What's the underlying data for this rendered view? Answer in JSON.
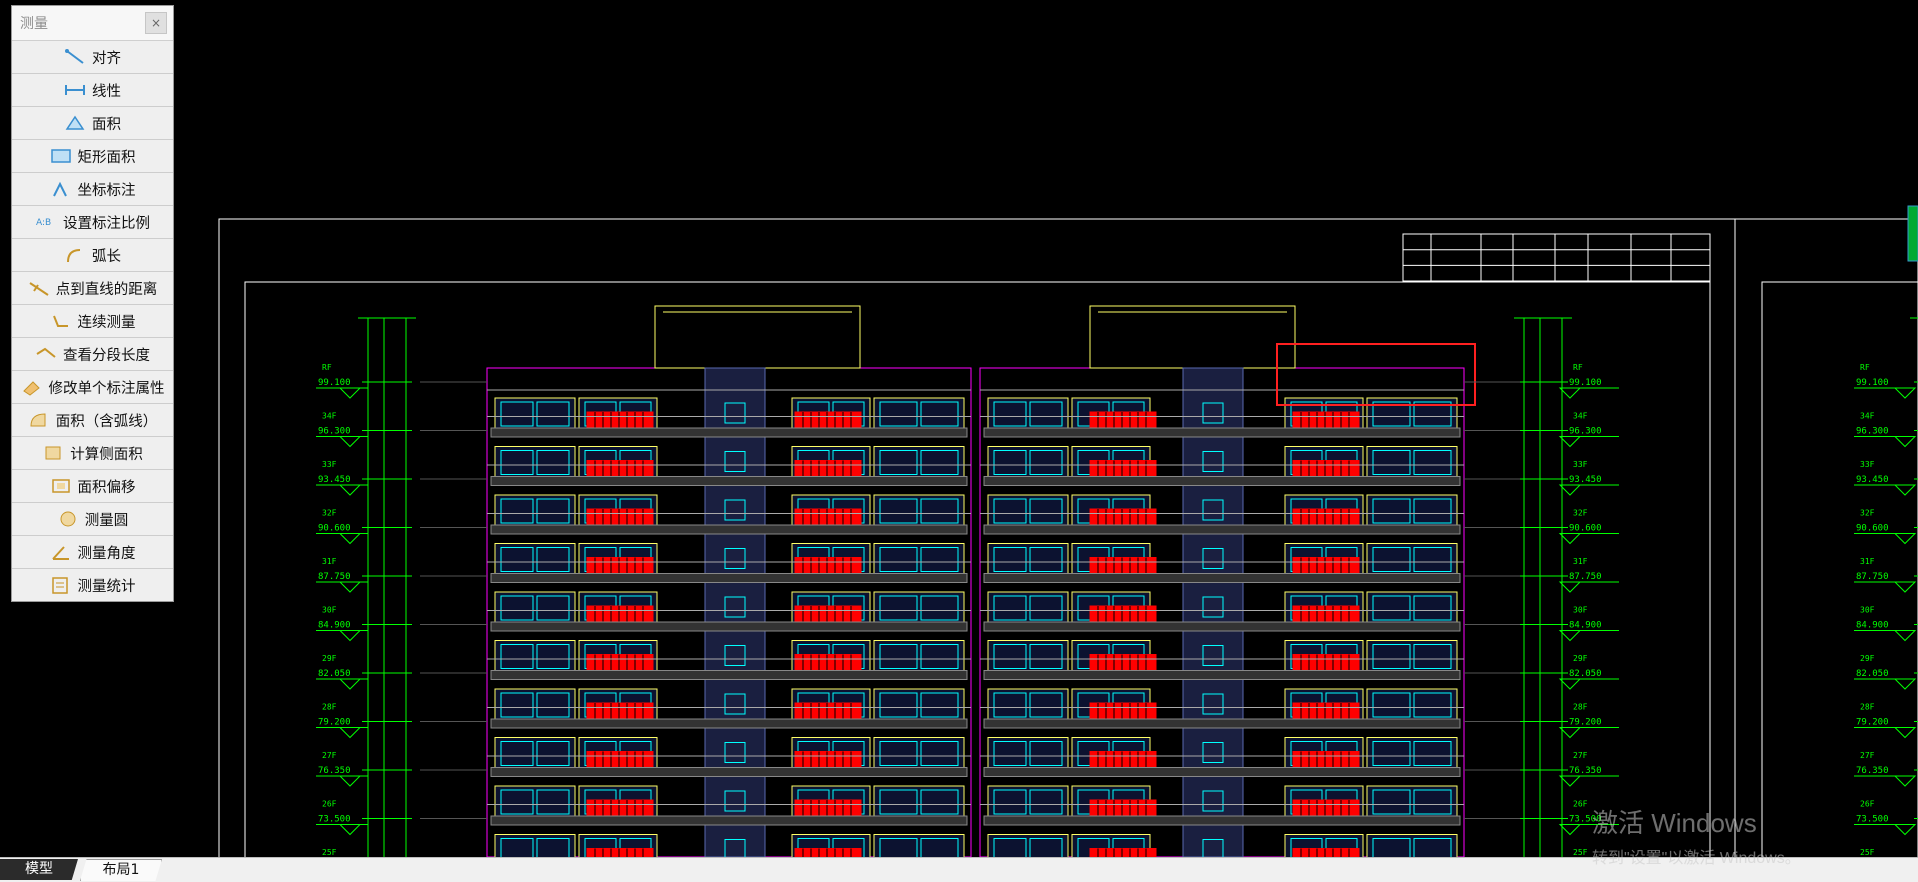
{
  "panel": {
    "title": "测量",
    "close": "×",
    "items": [
      {
        "label": "对齐",
        "icon": "aligned-dimension-icon"
      },
      {
        "label": "线性",
        "icon": "linear-dimension-icon"
      },
      {
        "label": "面积",
        "icon": "area-icon"
      },
      {
        "label": "矩形面积",
        "icon": "rect-area-icon"
      },
      {
        "label": "坐标标注",
        "icon": "coordinate-icon"
      },
      {
        "label": "设置标注比例",
        "icon": "scale-icon"
      },
      {
        "label": "弧长",
        "icon": "arc-length-icon"
      },
      {
        "label": "点到直线的距离",
        "icon": "point-line-distance-icon"
      },
      {
        "label": "连续测量",
        "icon": "continuous-measure-icon"
      },
      {
        "label": "查看分段长度",
        "icon": "segment-length-icon"
      },
      {
        "label": "修改单个标注属性",
        "icon": "edit-dimension-icon"
      },
      {
        "label": "面积（含弧线）",
        "icon": "arc-area-icon"
      },
      {
        "label": "计算侧面积",
        "icon": "side-area-icon"
      },
      {
        "label": "面积偏移",
        "icon": "area-offset-icon"
      },
      {
        "label": "测量圆",
        "icon": "circle-measure-icon"
      },
      {
        "label": "测量角度",
        "icon": "angle-icon"
      },
      {
        "label": "测量统计",
        "icon": "statistics-icon"
      }
    ]
  },
  "tabs": {
    "model": "模型",
    "layout": "布局1"
  },
  "watermark": {
    "line1": "激活 Windows",
    "line2": "转到\"设置\"以激活 Windows。"
  },
  "drawing": {
    "floors": [
      "RF",
      "34F",
      "33F",
      "32F",
      "31F",
      "30F",
      "29F",
      "28F",
      "27F",
      "26F",
      "25F"
    ],
    "elevations": [
      "99.100",
      "96.300",
      "93.450",
      "90.600",
      "87.750",
      "84.900",
      "82.050",
      "79.200",
      "76.350",
      "73.500",
      ""
    ],
    "colors": {
      "line": "#ffffff",
      "outline": "#ff00ff",
      "dim": "#00ff00",
      "frame": "#ffff66",
      "balcony": "#ff0000",
      "window": "#00ffff",
      "highlight": "#ff2020"
    }
  }
}
